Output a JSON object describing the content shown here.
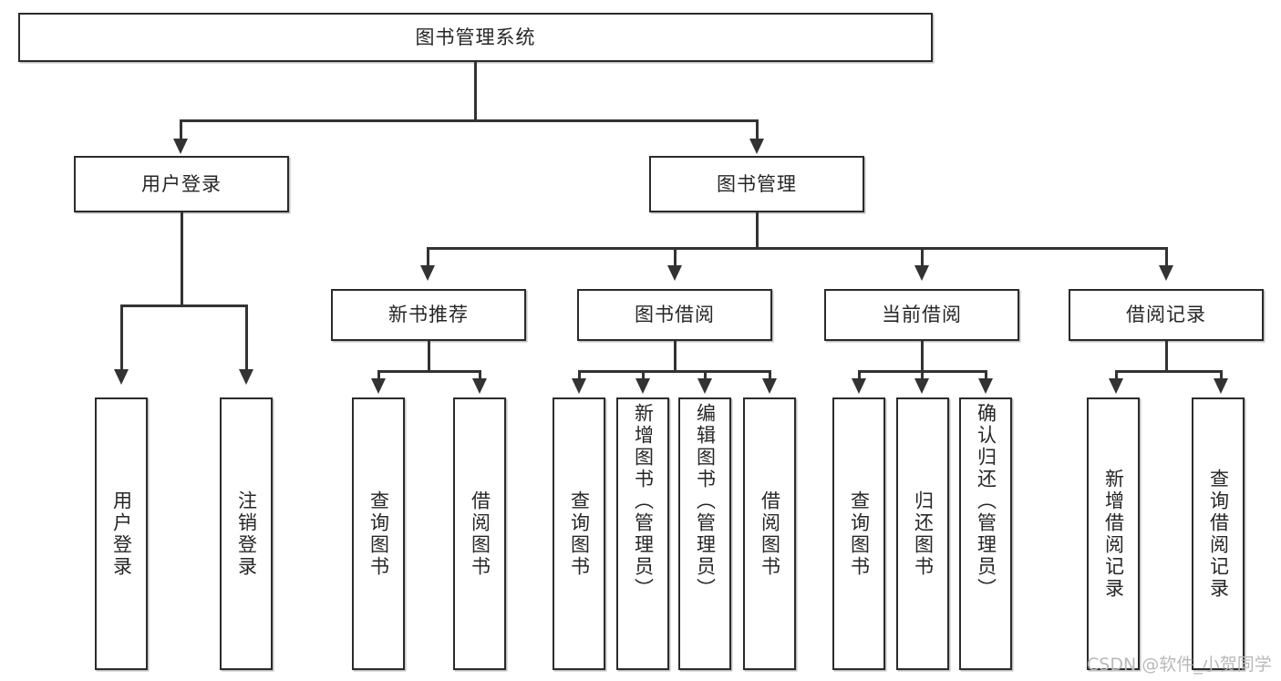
{
  "diagram": {
    "type": "tree-hierarchy",
    "title": "图书管理系统",
    "watermark": "CSDN @软件_小贺同学",
    "colors": {
      "box_border": "#2b2b2b",
      "connector": "#333333",
      "background": "#ffffff",
      "text": "#262626",
      "watermark": "#b9b9b9"
    },
    "root": {
      "id": "root",
      "label": "图书管理系统"
    },
    "level2": [
      {
        "id": "user-login",
        "label": "用户登录"
      },
      {
        "id": "book-manage",
        "label": "图书管理"
      }
    ],
    "level3": [
      {
        "id": "new-book-recommend",
        "label": "新书推荐",
        "parent": "book-manage"
      },
      {
        "id": "book-borrow",
        "label": "图书借阅",
        "parent": "book-manage"
      },
      {
        "id": "current-borrow",
        "label": "当前借阅",
        "parent": "book-manage"
      },
      {
        "id": "borrow-record",
        "label": "借阅记录",
        "parent": "book-manage"
      }
    ],
    "leaves": {
      "user-login": [
        {
          "id": "leaf-user-login",
          "label": "用户登录"
        },
        {
          "id": "leaf-logout-login",
          "label": "注销登录"
        }
      ],
      "new-book-recommend": [
        {
          "id": "leaf-query-book-1",
          "label": "查询图书"
        },
        {
          "id": "leaf-borrow-book-1",
          "label": "借阅图书"
        }
      ],
      "book-borrow": [
        {
          "id": "leaf-query-book-2",
          "label": "查询图书"
        },
        {
          "id": "leaf-add-book",
          "label": "新增图书（管理员）"
        },
        {
          "id": "leaf-edit-book",
          "label": "编辑图书（管理员）"
        },
        {
          "id": "leaf-borrow-book-2",
          "label": "借阅图书"
        }
      ],
      "current-borrow": [
        {
          "id": "leaf-query-book-3",
          "label": "查询图书"
        },
        {
          "id": "leaf-return-book",
          "label": "归还图书"
        },
        {
          "id": "leaf-confirm-return",
          "label": "确认归还（管理员）"
        }
      ],
      "borrow-record": [
        {
          "id": "leaf-add-record",
          "label": "新增借阅记录"
        },
        {
          "id": "leaf-query-record",
          "label": "查询借阅记录"
        }
      ]
    }
  }
}
